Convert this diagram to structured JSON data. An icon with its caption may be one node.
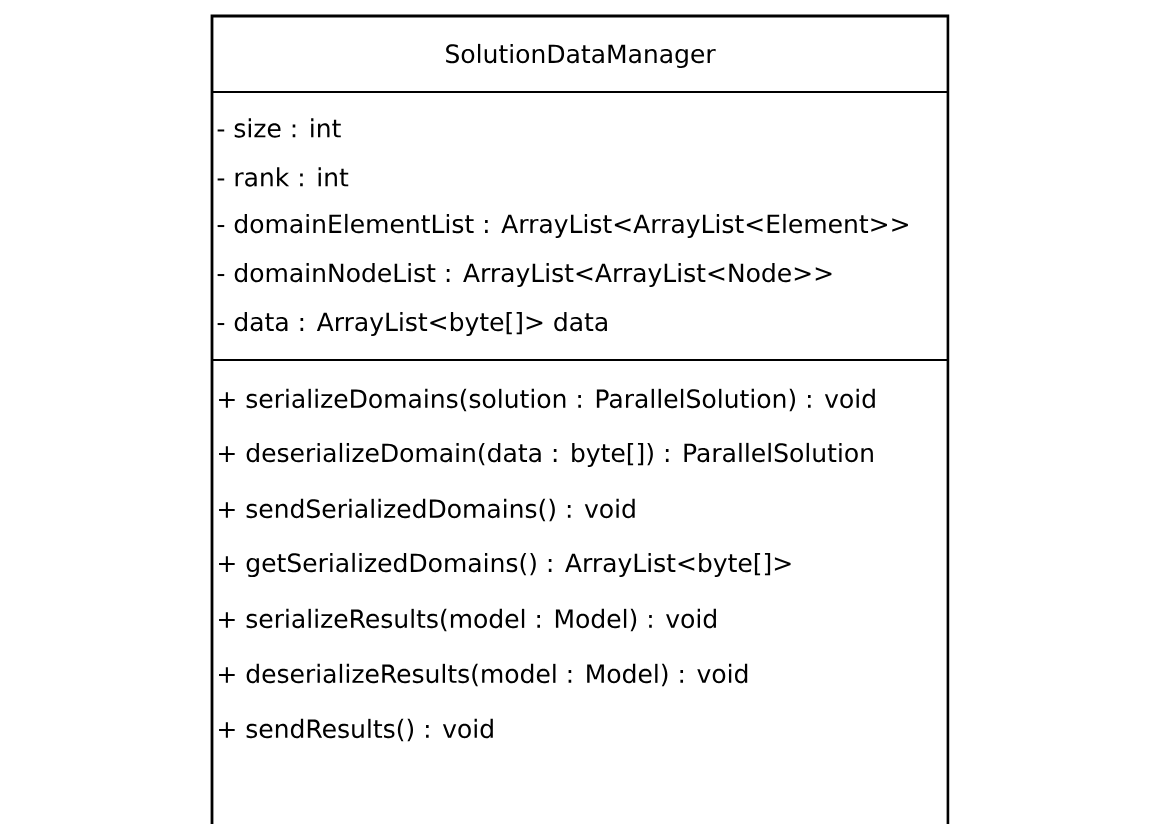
{
  "diagram": {
    "nodes": [
      {
        "text": [
          "SolutionDataManager"
        ]
      },
      {
        "text": [
          "- size : int",
          "- rank : int",
          "- domainElementList : ArrayList<ArrayList<Element>>",
          "- domainNodeList : ArrayList<ArrayList<Node>>",
          "- data : ArrayList<byte[]> data"
        ],
        "in": 0
      },
      {
        "text": [
          "+ serializeDomains(solution : ParallelSolution) : void",
          "+ deserializeDomain(data : byte[]) : ParallelSolution",
          "+ sendSerializedDomains() : void",
          "+ getSerializedDomains() : ArrayList<byte[]>",
          "+ serializeResults(model : Model) : void",
          "+ deserializeResults(model : Model) : void",
          "+ sendResults() : void"
        ],
        "in": 0
      }
    ]
  }
}
